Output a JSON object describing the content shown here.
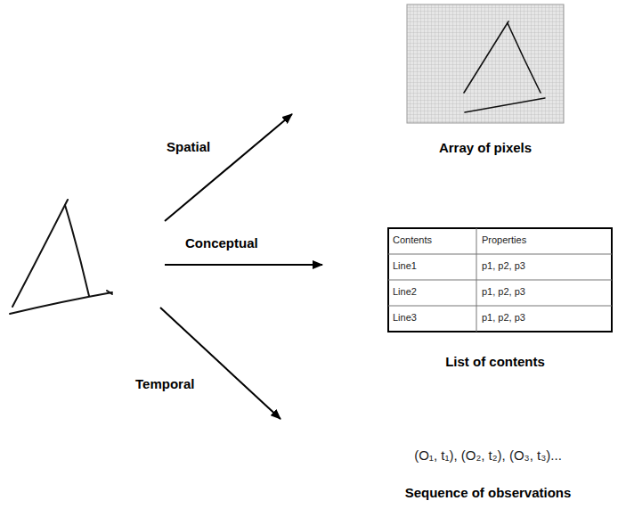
{
  "diagram": {
    "labels": [
      "Spatial",
      "Conceptual",
      "Temporal",
      "Array of pixels",
      "Contents",
      "Properties",
      "Line1",
      "p1, p2, p3",
      "Line2",
      "p1, p2, p3",
      "Line3",
      "p1, p2, p3",
      "List of contents",
      "(O₁, t₁), (O₂, t₂), (O₃, t₃)...",
      "Sequence of observations"
    ]
  }
}
